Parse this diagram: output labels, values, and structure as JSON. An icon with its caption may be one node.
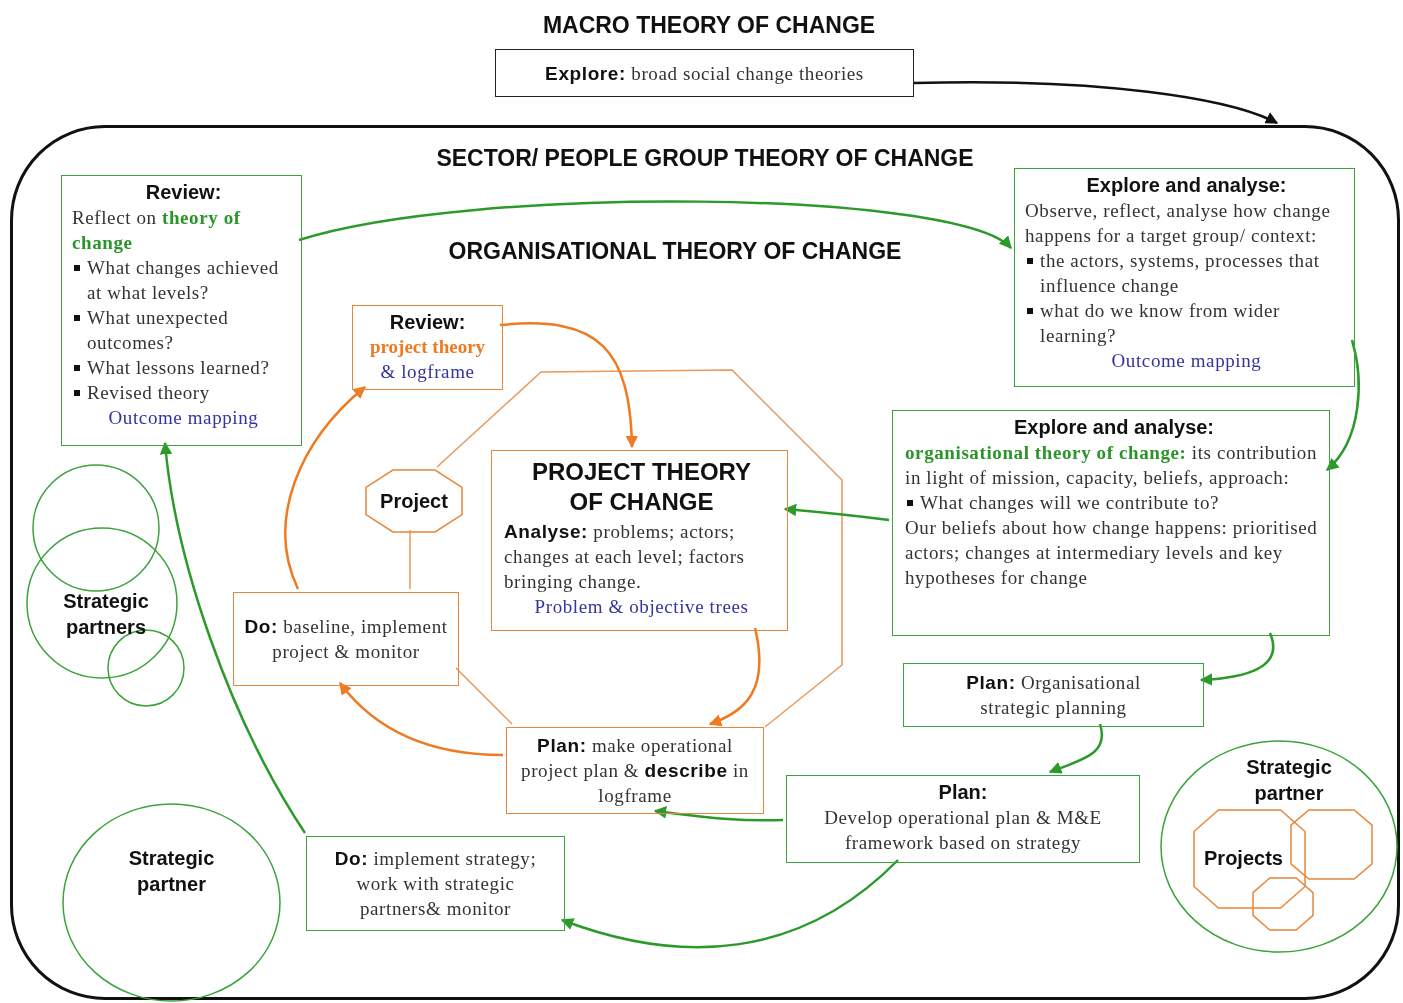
{
  "diagram": {
    "title": "MACRO THEORY OF CHANGE",
    "nodes": [
      {
        "text": [
          "**Explore:** broad social change theories"
        ]
      },
      {
        "text": [
          "SECTOR/ PEOPLE GROUP THEORY OF CHANGE"
        ]
      },
      {
        "text": [
          "Review:",
          "Reflect on **theory of change**",
          "What changes achieved at what levels?",
          "What unexpected outcomes?",
          "What lessons learned?",
          "Revised theory",
          "Outcome mapping"
        ],
        "in": 1
      },
      {
        "text": [
          "Explore and analyse:",
          "Observe, reflect, analyse how change happens for a target group/ context:",
          "the actors, systems, processes that influence change",
          "what do we know from wider learning?",
          "Outcome mapping"
        ],
        "in": 1
      },
      {
        "text": [
          "Review:",
          "project theory",
          "& logframe"
        ],
        "in": 1
      },
      {
        "text": [
          "Project"
        ],
        "in": 1
      },
      {
        "text": [
          "PROJECT THEORY OF CHANGE",
          "**Analyse:** problems; actors; changes at each level; factors bringing change.",
          "Problem & objective trees"
        ],
        "in": 1
      },
      {
        "text": [
          "Explore and analyse:",
          "**organisational theory of change:** its contribution in light of mission, capacity, beliefs, approach:",
          "What changes will we contribute to?",
          "Our beliefs about how change happens: prioritised actors; changes at intermediary levels and key hypotheses for change"
        ],
        "in": 1
      },
      {
        "text": [
          "**Do:** baseline, implement project & monitor"
        ],
        "in": 1
      },
      {
        "text": [
          "Strategic partners"
        ],
        "in": 1
      },
      {
        "text": [
          "**Plan:** Organisational strategic planning"
        ],
        "in": 1
      },
      {
        "text": [
          "**Plan:** make operational project plan & **describe** in logframe"
        ],
        "in": 1
      },
      {
        "text": [
          "Plan:",
          "Develop operational plan & M&E framework based on strategy"
        ],
        "in": 1
      },
      {
        "text": [
          "**Do:** implement strategy; work with strategic partners& monitor"
        ],
        "in": 1
      },
      {
        "text": [
          "Strategic partner"
        ],
        "in": 1
      },
      {
        "text": [
          "Strategic partner"
        ],
        "in": 1
      },
      {
        "text": [
          "Projects"
        ],
        "in": 15
      }
    ],
    "edges": [
      {
        "from": 0,
        "to": 1,
        "arrow": "to",
        "color": "#111111"
      },
      {
        "from": 2,
        "to": 3,
        "arrow": "to"
      },
      {
        "from": 3,
        "to": 7,
        "arrow": "to"
      },
      {
        "from": 7,
        "to": 6,
        "arrow": "to"
      },
      {
        "from": 7,
        "to": 10,
        "arrow": "to"
      },
      {
        "from": 10,
        "to": 12,
        "arrow": "to"
      },
      {
        "from": 12,
        "to": 11,
        "arrow": "to"
      },
      {
        "from": 12,
        "to": 13,
        "arrow": "to"
      },
      {
        "from": 13,
        "to": 2,
        "arrow": "to"
      },
      {
        "from": 4,
        "to": 6,
        "arrow": "to",
        "color": "#ee7a22"
      },
      {
        "from": 6,
        "to": 11,
        "arrow": "to",
        "color": "#ee7a22"
      },
      {
        "from": 11,
        "to": 8,
        "arrow": "to",
        "color": "#ee7a22"
      },
      {
        "from": 8,
        "to": 4,
        "arrow": "to",
        "color": "#ee7a22"
      },
      {
        "from": 5,
        "to": 8,
        "arrow": "none",
        "color": "#e8995a"
      }
    ],
    "labels": [
      "ORGANISATIONAL THEORY OF CHANGE"
    ]
  }
}
